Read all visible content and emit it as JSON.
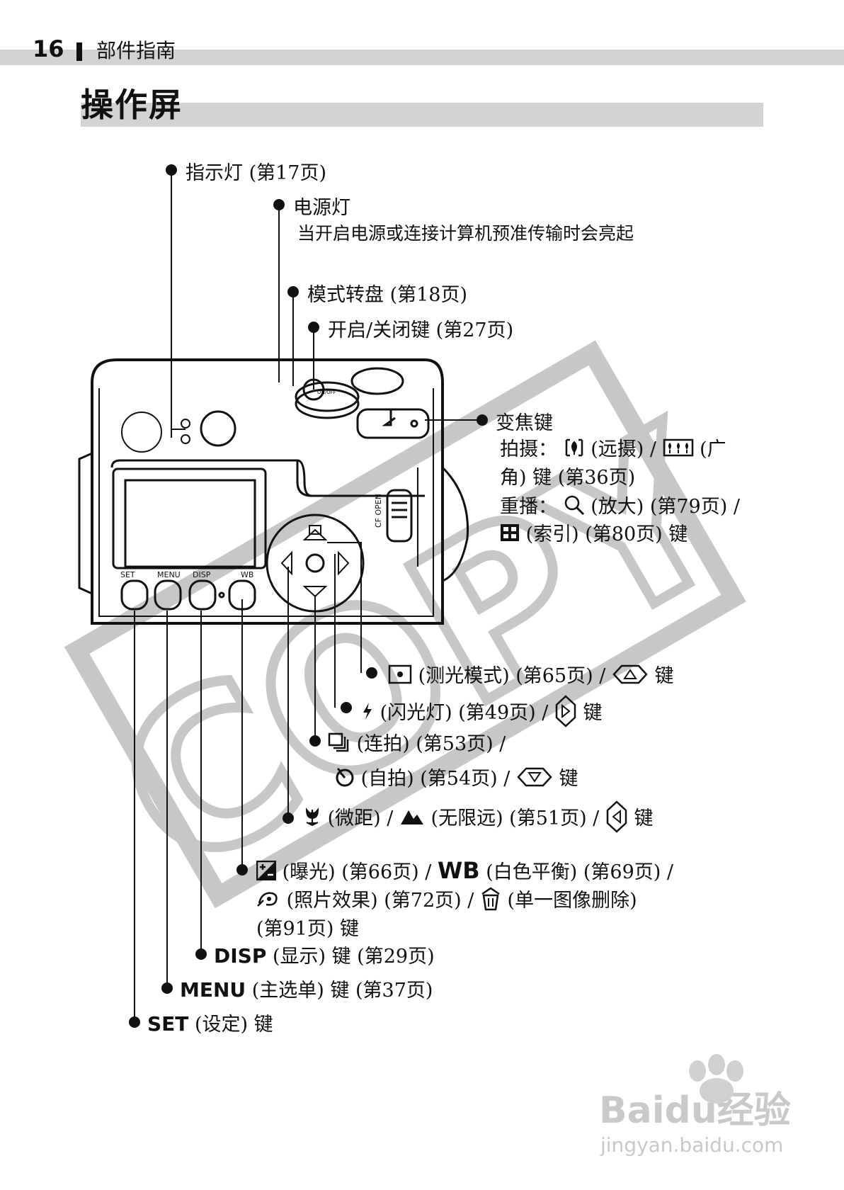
{
  "header": {
    "page_number": "16",
    "section": "部件指南"
  },
  "title": "操作屏",
  "callouts": {
    "indicator": "指示灯 (第17页)",
    "power_lamp_title": "电源灯",
    "power_lamp_desc": "当开启电源或连接计算机预准传输时会亮起",
    "mode_dial": "模式转盘 (第18页)",
    "on_off": "开启/关闭键 (第27页)",
    "zoom_title": "变焦键",
    "zoom_shoot_a": "拍摄：",
    "zoom_shoot_b": "(远摄) /",
    "zoom_shoot_c": "(广",
    "zoom_shoot_d": "角) 键 (第36页)",
    "zoom_play_a": "重播：",
    "zoom_play_b": "(放大) (第79页) /",
    "zoom_play_c": "(索引) (第80页) 键",
    "metering_a": "(测光模式) (第65页) /",
    "metering_b": "键",
    "flash_a": "(闪光灯) (第49页) /",
    "flash_b": "键",
    "continuous": "(连拍) (第53页) /",
    "selftimer_a": "(自拍) (第54页) /",
    "selftimer_b": "键",
    "macro_a": "(微距) /",
    "macro_b": "(无限远) (第51页) /",
    "macro_c": "键",
    "exposure_a": "(曝光) (第66页) /",
    "wb_key": "WB",
    "exposure_b": "(白色平衡) (第69页) /",
    "exposure_c": "(照片效果) (第72页) /",
    "exposure_d": "(单一图像删除)",
    "exposure_e": "(第91页) 键",
    "disp_key": "DISP",
    "disp": "(显示) 键 (第29页)",
    "menu_key": "MENU",
    "menu": "(主选单) 键 (第37页)",
    "set_key": "SET",
    "set": "(设定) 键"
  },
  "camera_labels": {
    "set": "SET",
    "menu": "MENU",
    "disp": "DISP",
    "wb": "WB",
    "cf_open": "CF OPEN",
    "on_off": "ON/OFF"
  },
  "watermark": {
    "stamp": "COPY",
    "brand": "Baidu",
    "brand_cn": "经验",
    "url": "jingyan.baidu.com"
  }
}
